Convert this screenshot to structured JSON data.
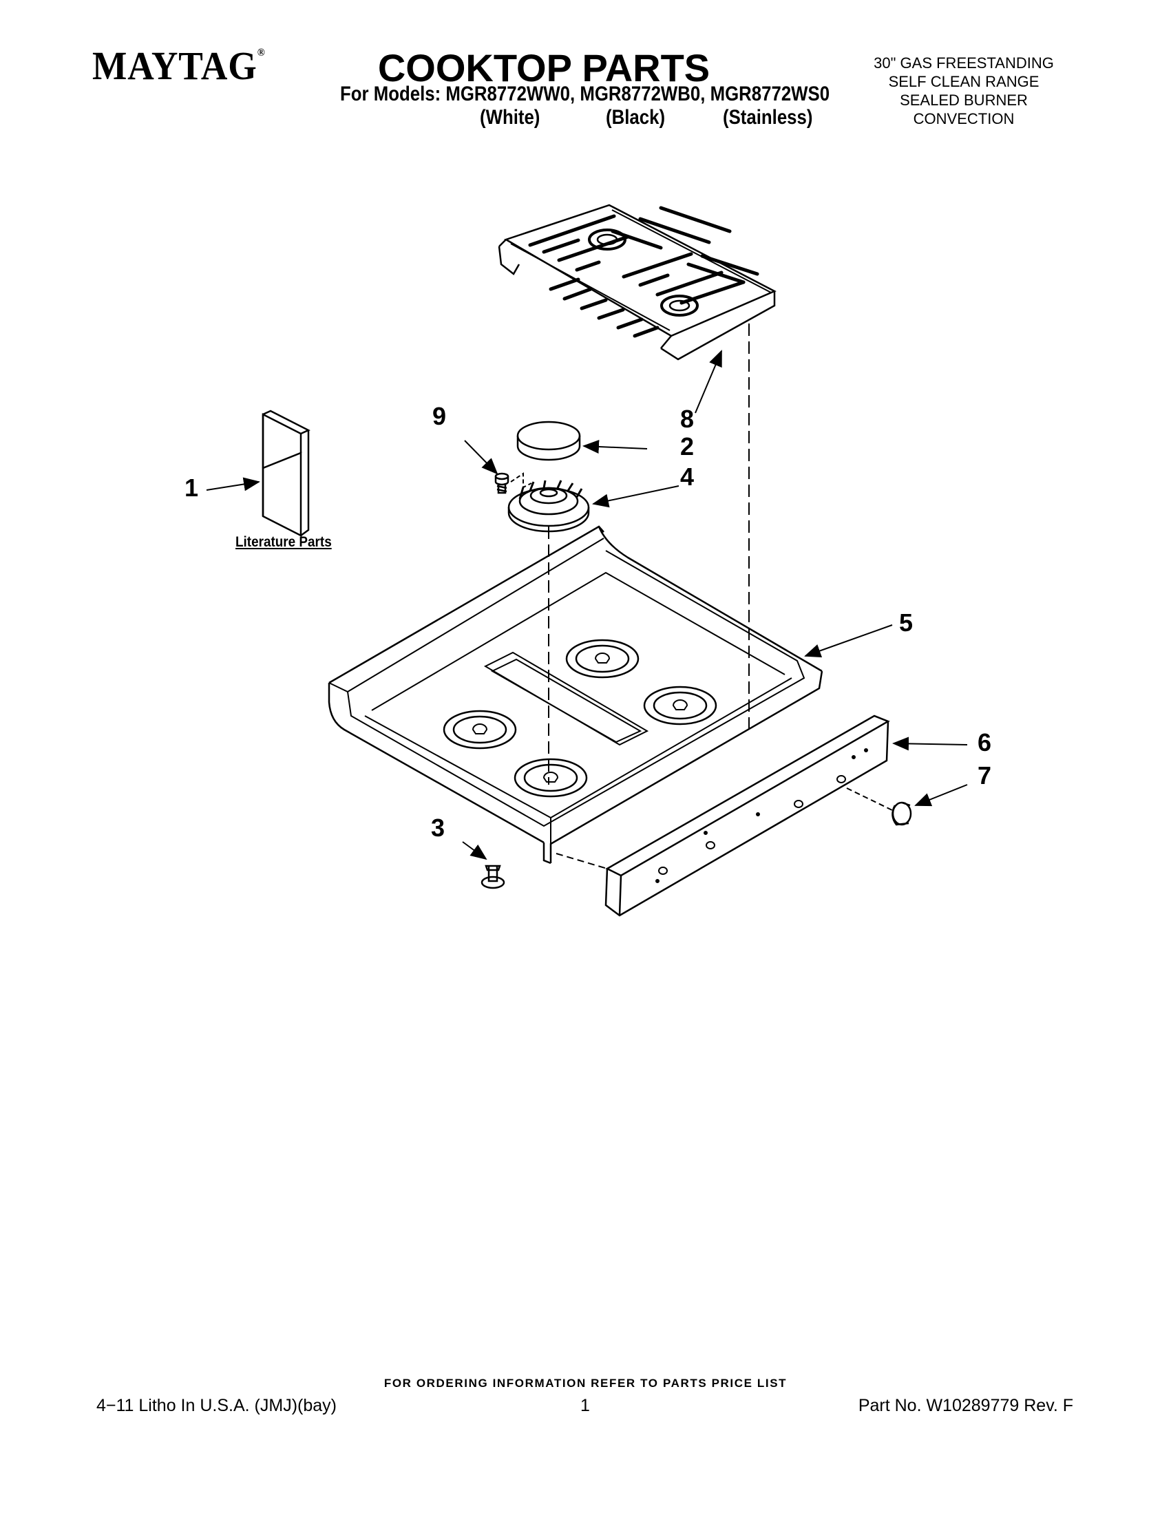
{
  "header": {
    "brand": "MAYTAG",
    "brand_mark": "®",
    "title": "COOKTOP PARTS",
    "models_line": "For Models: MGR8772WW0, MGR8772WB0, MGR8772WS0",
    "variants": [
      "(White)",
      "(Black)",
      "(Stainless)"
    ],
    "description": [
      "30\" GAS FREESTANDING",
      "SELF CLEAN RANGE",
      "SEALED BURNER",
      "CONVECTION"
    ]
  },
  "diagram": {
    "callouts": [
      "1",
      "2",
      "3",
      "4",
      "5",
      "6",
      "7",
      "8",
      "9"
    ],
    "literature_label": "Literature Parts"
  },
  "footer": {
    "ordering_note": "FOR ORDERING INFORMATION REFER TO PARTS PRICE LIST",
    "litho": "4−11 Litho In U.S.A. (JMJ)(bay)",
    "page_number": "1",
    "part_number": "Part No. W10289779 Rev. F"
  }
}
